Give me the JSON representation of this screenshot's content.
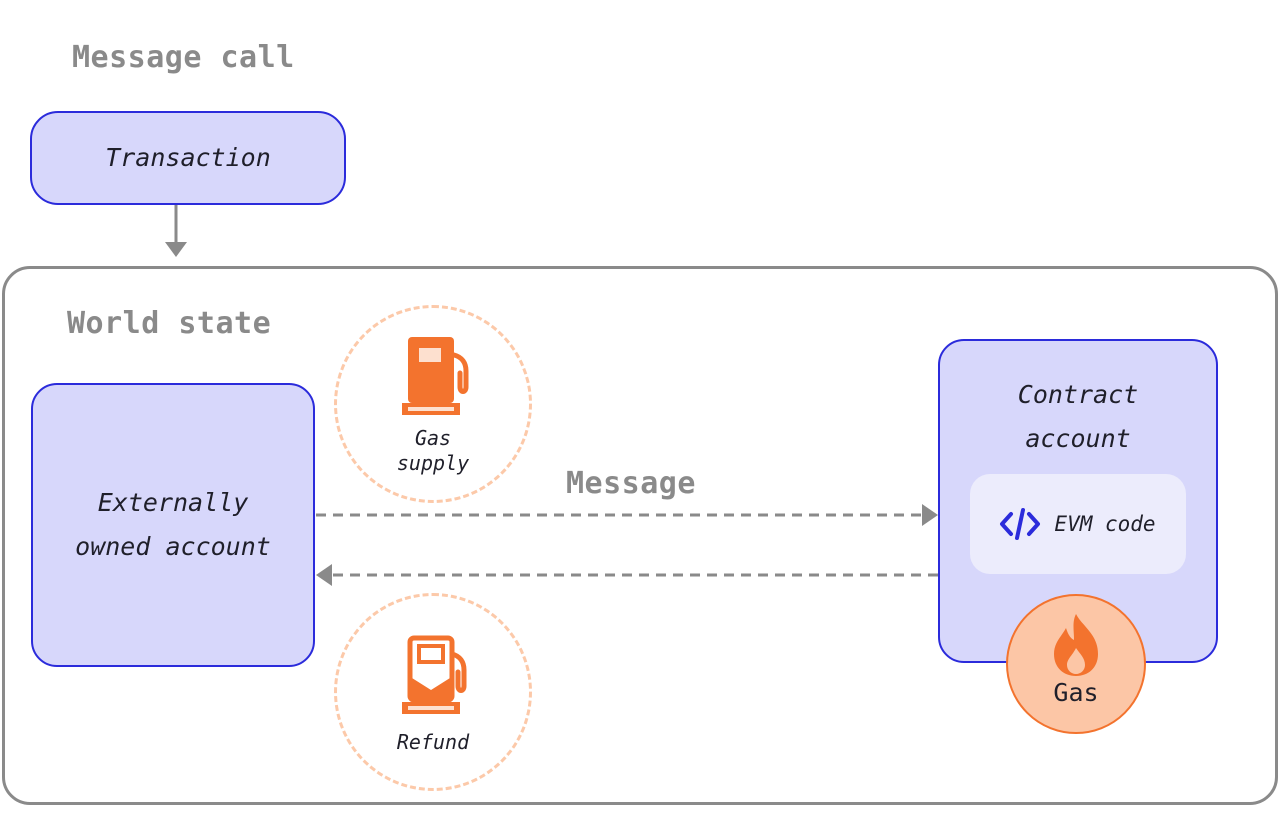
{
  "headings": {
    "message_call": "Message call",
    "world_state": "World state",
    "message": "Message"
  },
  "nodes": {
    "transaction": "Transaction",
    "eoa_line1": "Externally",
    "eoa_line2": "owned account",
    "contract_line1": "Contract",
    "contract_line2": "account",
    "evm_code": "EVM code",
    "gas": "Gas"
  },
  "gas_supply": {
    "line1": "Gas",
    "line2": "supply"
  },
  "refund": {
    "label": "Refund"
  },
  "icons": {
    "gas_supply": "gas-pump-icon",
    "refund": "gas-pump-refund-icon",
    "code": "code-brackets-icon",
    "gas": "flame-icon"
  },
  "colors": {
    "box_fill": "#d7d7fb",
    "box_border": "#2b2bdb",
    "accent_orange": "#f3732e",
    "gas_badge_fill": "#fcc6a6",
    "dashed_circle": "#fcc9a9",
    "gray": "#8a8a8a"
  }
}
